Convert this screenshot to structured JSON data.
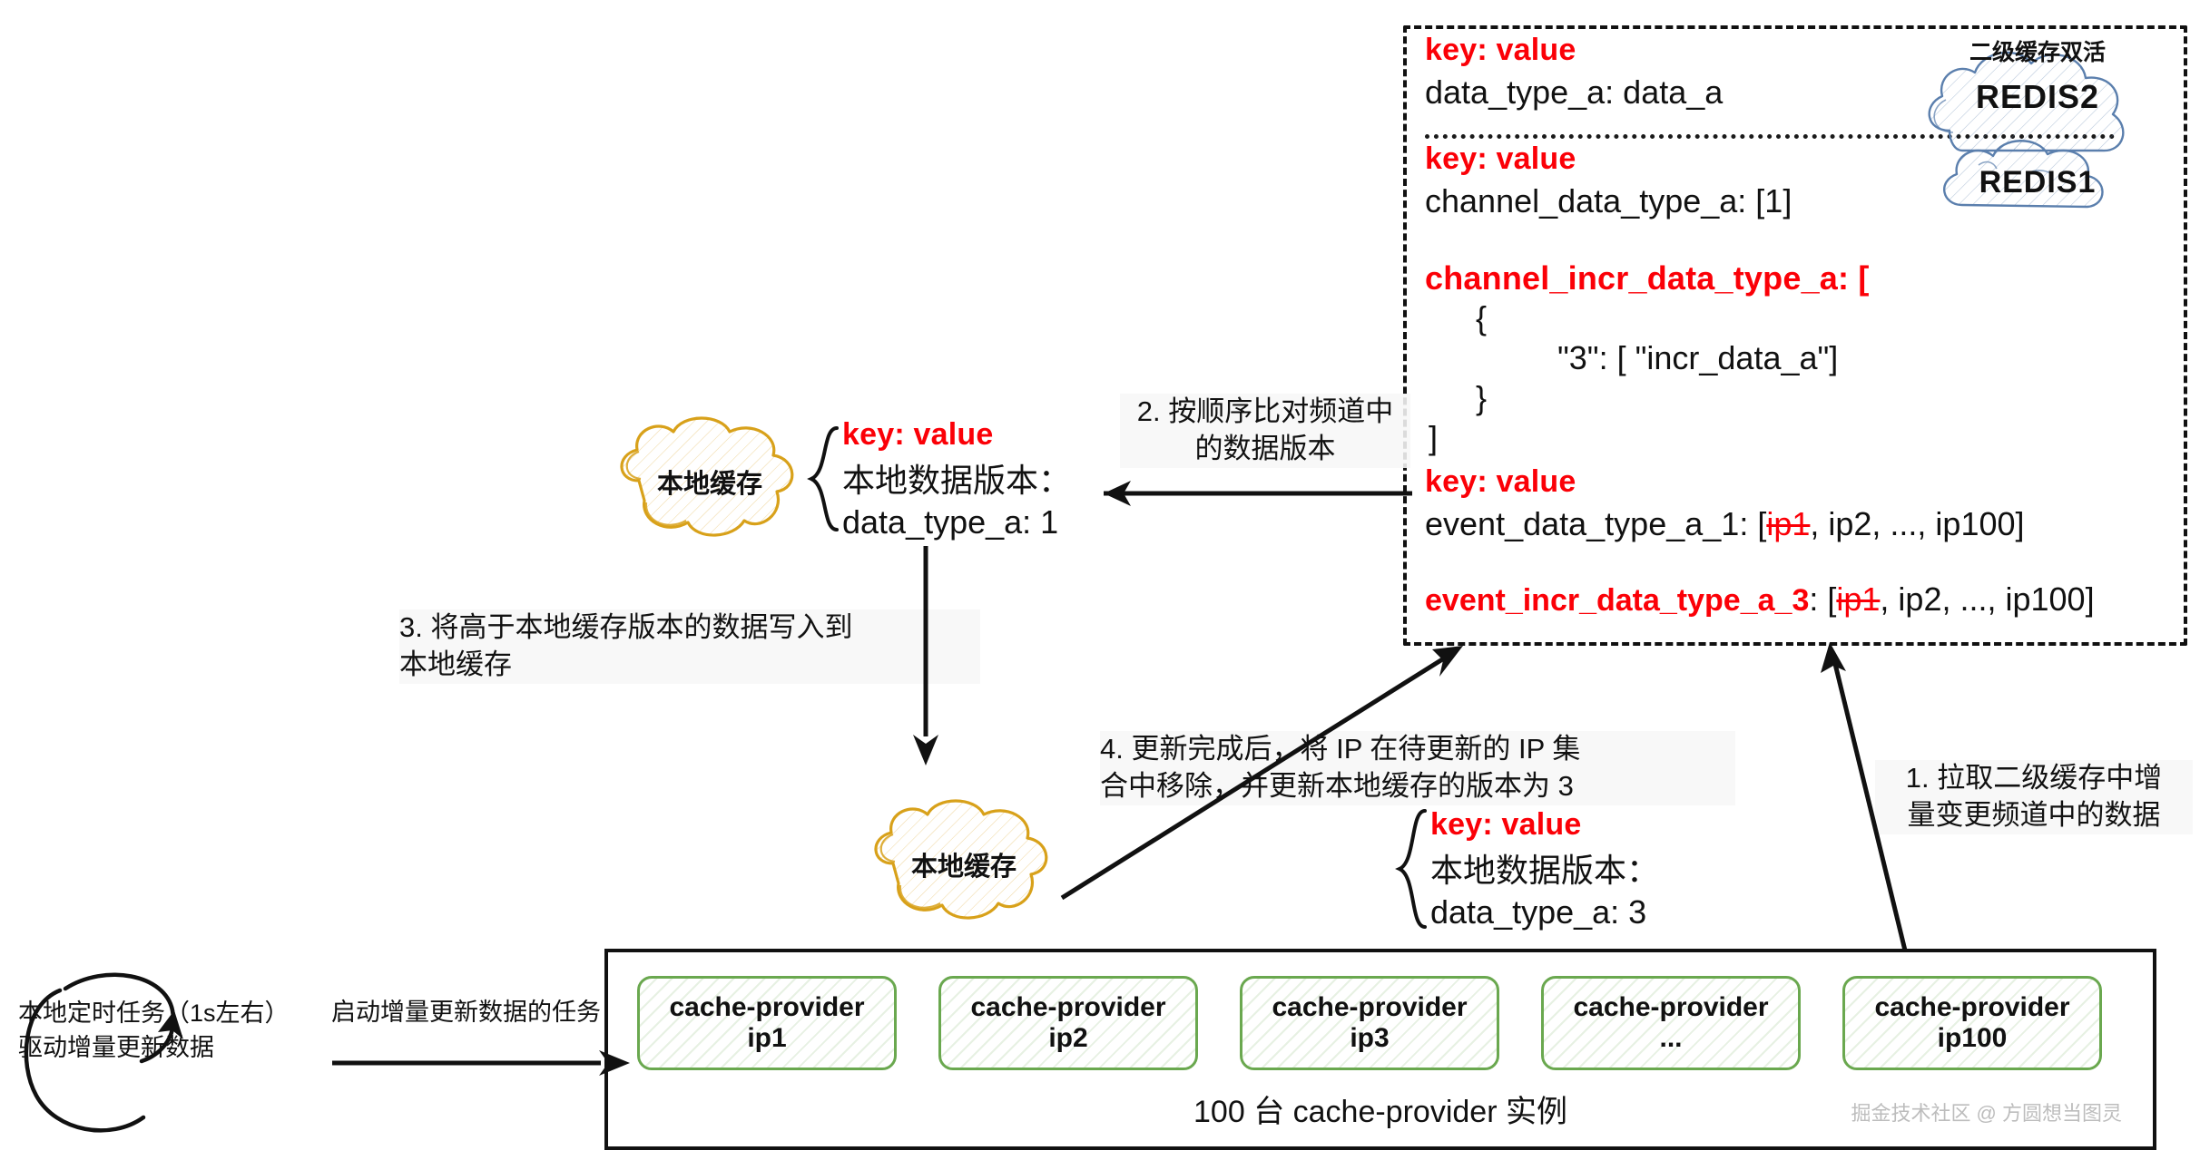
{
  "redis_panel": {
    "entries": [
      {
        "key_label": "key: value",
        "value": "data_type_a: data_a"
      },
      {
        "key_label": "key: value",
        "value": "channel_data_type_a: [1]"
      }
    ],
    "incr_channel": {
      "key_label": "channel_incr_data_type_a: [",
      "line_open_brace": "{",
      "line_item": "\"3\": [ \"incr_data_a\"]",
      "line_close_brace": "}",
      "line_close_bracket": "]"
    },
    "event_entry": {
      "key_label": "key: value",
      "name": "event_data_type_a_1",
      "sep": ": [",
      "first_ip": "ip1",
      "rest_ips": ", ip2, ..., ip100]"
    },
    "event_incr_entry": {
      "name": "event_incr_data_type_a_3",
      "sep": ": [",
      "first_ip": "ip1",
      "rest_ips": ", ip2, ..., ip100]"
    }
  },
  "redis_cloud": {
    "caption": "二级缓存双活",
    "outer_label": "REDIS2",
    "inner_label": "REDIS1"
  },
  "local_cache_top": {
    "cloud_label": "本地缓存",
    "key_label": "key: value",
    "line1": "本地数据版本：",
    "line2": "data_type_a: 1"
  },
  "local_cache_bottom": {
    "cloud_label": "本地缓存",
    "key_label": "key: value",
    "line1": "本地数据版本：",
    "line2": "data_type_a: 3"
  },
  "steps": {
    "step1": "1. 拉取二级缓存中增\n量变更频道中的数据",
    "step2": "2. 按顺序比对频道中\n的数据版本",
    "step3": "3. 将高于本地缓存版本的数据写入到\n本地缓存",
    "step4": "4. 更新完成后，将 IP 在待更新的 IP 集\n合中移除，并更新本地缓存的版本为 3"
  },
  "bottom": {
    "loop_text": "本地定时任务（1s左右）\n驱动增量更新数据",
    "start_task_label": "启动增量更新数据的任务",
    "providers": [
      {
        "title": "cache-provider",
        "ip": "ip1"
      },
      {
        "title": "cache-provider",
        "ip": "ip2"
      },
      {
        "title": "cache-provider",
        "ip": "ip3"
      },
      {
        "title": "cache-provider",
        "ip": "..."
      },
      {
        "title": "cache-provider",
        "ip": "ip100"
      }
    ],
    "caption": "100 台 cache-provider 实例",
    "watermark": "掘金技术社区 @ 方圆想当图灵"
  },
  "colors": {
    "key_red": "#fb0007",
    "cloud_gold": "#d8a11a",
    "provider_green": "#6aa84f",
    "redis_blue": "#5b7fad",
    "ink": "#111111"
  }
}
